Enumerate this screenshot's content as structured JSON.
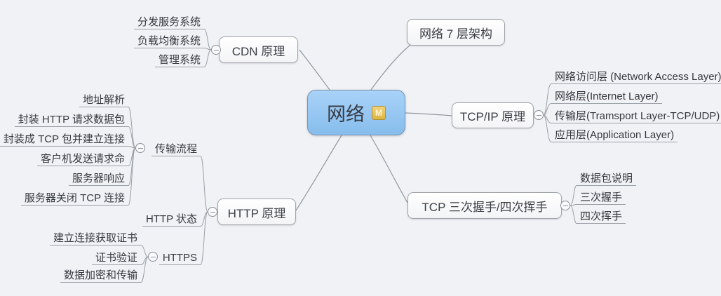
{
  "root": {
    "label": "网络",
    "marker": "M"
  },
  "branches": {
    "arch": {
      "label": "网络 7 层架构"
    },
    "tcpip": {
      "label": "TCP/IP 原理",
      "children": [
        "网络访问层 (Network Access Layer)",
        "网络层(Internet Layer)",
        "传输层(Tramsport Layer-TCP/UDP)",
        "应用层(Application Layer)"
      ]
    },
    "handshake": {
      "label": "TCP 三次握手/四次挥手",
      "children": [
        "数据包说明",
        "三次握手",
        "四次挥手"
      ]
    },
    "cdn": {
      "label": "CDN 原理",
      "children": [
        "分发服务系统",
        "负载均衡系统",
        "管理系统"
      ]
    },
    "http": {
      "label": "HTTP 原理",
      "flow": {
        "label": "传输流程",
        "steps": [
          "地址解析",
          "封装 HTTP 请求数据包",
          "封装成 TCP 包并建立连接",
          "客户机发送请求命",
          "服务器响应",
          "服务器关闭 TCP 连接"
        ]
      },
      "status": {
        "label": "HTTP 状态"
      },
      "https": {
        "label": "HTTPS",
        "steps": [
          "建立连接获取证书",
          "证书验证",
          "数据加密和传输"
        ]
      }
    }
  },
  "colors": {
    "background": "#f1f2f5",
    "root_fill": "#90c3f1",
    "node_border": "#9fa3ab",
    "connector_line": "#9097a1",
    "marker_fill": "#e3bd55"
  }
}
